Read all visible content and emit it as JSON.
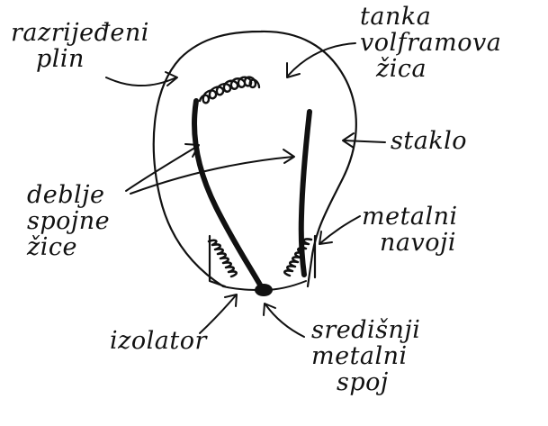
{
  "labels": {
    "razrijedeni_plin": [
      "razrijeđeni",
      "plin"
    ],
    "tanka_volframova_zica": [
      "tanka",
      "volframova",
      "žica"
    ],
    "staklo": "staklo",
    "deblje_spojne_zice": [
      "deblje",
      "spojne",
      "žice"
    ],
    "metalni_navoji": [
      "metalni",
      "navoji"
    ],
    "izolator": "izolator",
    "sredisnji_metalni_spoj": [
      "središnji",
      "metalni",
      "spoj"
    ]
  },
  "colors": {
    "ink": "#111111",
    "background": "#ffffff"
  }
}
